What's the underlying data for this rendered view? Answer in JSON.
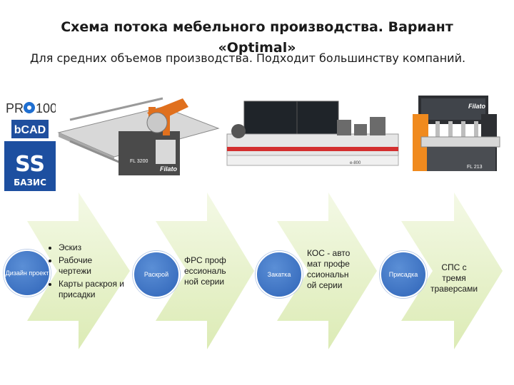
{
  "title": "Схема потока мебельного производства. Вариант «Optimal»",
  "subtitle": "Для средних  объемов производства. Подходит большинству компаний.",
  "logos": {
    "pro100": "PRO100",
    "bcad": "bCAD",
    "bazis": "БАЗИС"
  },
  "machines": {
    "saw_model": "FL 3200",
    "saw_brand": "Filato",
    "edge_model": "e-800",
    "drill_brand": "Filato",
    "drill_model": "FL 213"
  },
  "stages": [
    {
      "circle": "Дизайн проект",
      "items": [
        "Эскиз",
        "Рабочие чертежи",
        "Карты раскроя и присадки"
      ]
    },
    {
      "circle": "Раскрой",
      "text": "ФРС профессиональной серии"
    },
    {
      "circle": "Закатка",
      "text": "КОС - автомат профессиональной серии"
    },
    {
      "circle": "Присадка",
      "text": "СПС с тремя траверсами"
    }
  ],
  "colors": {
    "arrow_fill_light": "#f4f9e6",
    "arrow_fill_dark": "#dcebb5",
    "circle": "#3a6fc4",
    "logo_blue": "#1f4f9e"
  }
}
